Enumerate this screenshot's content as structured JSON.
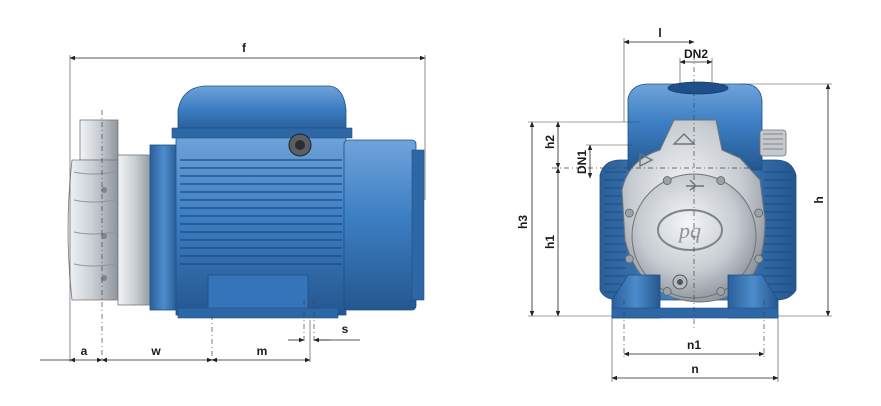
{
  "labels": {
    "f": "f",
    "a": "a",
    "w": "w",
    "m": "m",
    "s": "s",
    "l": "l",
    "dn2": "DN2",
    "dn1": "DN1",
    "h2": "h2",
    "h3": "h3",
    "h1": "h1",
    "h": "h",
    "n1": "n1",
    "n": "n"
  },
  "colors": {
    "motor_blue": "#3d7fc4",
    "motor_dark": "#1f4f8a",
    "motor_light": "#8ab6e3",
    "pump_silver": "#d4d8dc",
    "pump_shadow": "#9aa1a8",
    "dimension_line": "#222222"
  }
}
